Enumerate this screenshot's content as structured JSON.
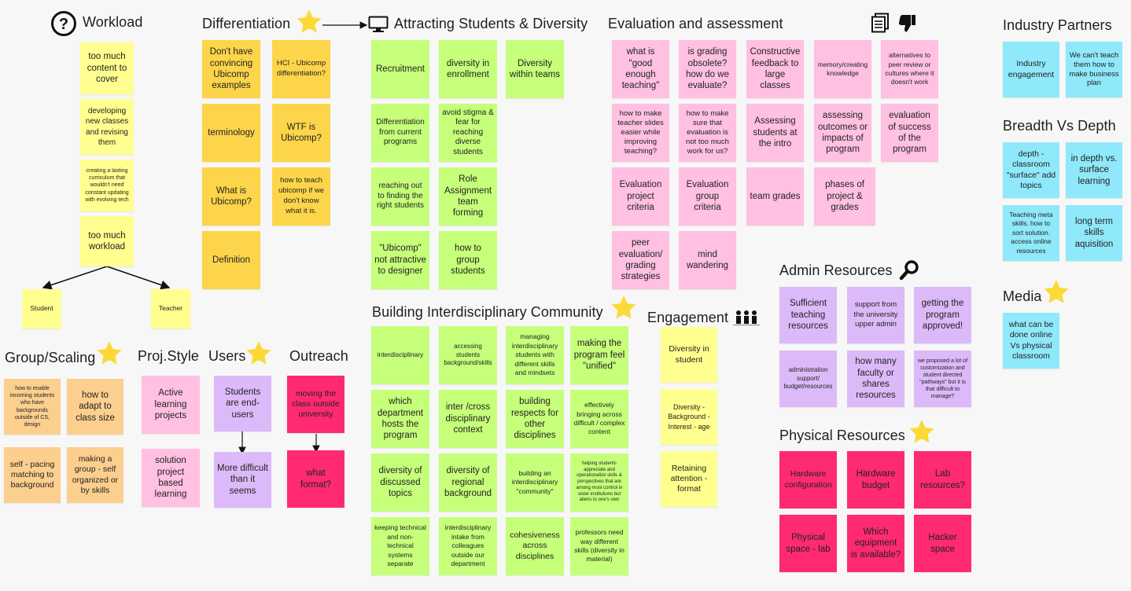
{
  "sections": {
    "workload": {
      "title": "Workload",
      "notes": [
        "too much content to cover",
        "developing new classes and revising them",
        "creating a lasting curriculum that wouldn't need constant updating with evolving tech",
        "too much workload"
      ],
      "branches": [
        "Student",
        "Teacher"
      ]
    },
    "differentiation": {
      "title": "Differentiation",
      "notes": [
        "Don't have convincing Ubicomp examples",
        "HCI - Ubicomp differentiation?",
        "terminology",
        "WTF is Ubicomp?",
        "What is Ubicomp?",
        "how to teach ubicomp if we don't know what it is.",
        "Definition"
      ]
    },
    "attracting": {
      "title": "Attracting Students & Diversity",
      "notes": [
        "Recruitment",
        "diversity in enrollment",
        "Diversity within teams",
        "Differentiation from current programs",
        "avoid stigma & fear for reaching diverse students",
        "reaching out to finding the right students",
        "Role Assignment team forming",
        "\"Ubicomp\" not attractive to designer",
        "how to group students"
      ]
    },
    "evaluation": {
      "title": "Evaluation and assessment",
      "notes": [
        "what is \"good enough teaching\"",
        "is grading obsolete? how do we evaluate?",
        "Constructive feedback to large classes",
        "memory/creating knowledge",
        "alternatives to peer review or cultures where it doesn't work",
        "how to make teacher slides easier while improving teaching?",
        "how to make sure that evaluation is not too much work for us?",
        "Assessing students at the intro",
        "assessing outcomes or impacts of program",
        "evaluation of success of the program",
        "Evaluation project criteria",
        "Evaluation group criteria",
        "team grades",
        "phases of project & grades",
        "peer evaluation/ grading strategies",
        "mind wandering"
      ]
    },
    "industry": {
      "title": "Industry Partners",
      "notes": [
        "Industry engagement",
        "We can't teach them how to make business plan"
      ]
    },
    "breadth": {
      "title": "Breadth Vs Depth",
      "notes": [
        "depth - classroom \"surface\" add topics",
        "in depth vs. surface learning",
        "Teaching meta skills. how to sort solution. access online resources",
        "long term skills aquisition"
      ]
    },
    "media": {
      "title": "Media",
      "notes": [
        "what can be done online Vs physical classroom"
      ]
    },
    "building": {
      "title": "Building Interdisciplinary Community",
      "notes": [
        "interdisciplinary",
        "accessing students background/skills",
        "managing interdisciplinary students with different skills and mindsets",
        "making the program feel \"unified\"",
        "which department hosts the program",
        "inter /cross disciplinary context",
        "building respects for other disciplines",
        "effectively bringing across difficult / complex content",
        "diversity of discussed topics",
        "diversity of regional background",
        "building an interdisciplinary \"community\"",
        "helping students appreciate and operationalize skills & perspectives that are among most control in sister institutions but aliens to one's own",
        "keeping technical and non-technical systems separate",
        "interdisciplinary intake from colleagues outside our department",
        "cohesiveness across disciplines",
        "professors need way different skills (diversity in material)"
      ]
    },
    "engagement": {
      "title": "Engagement",
      "notes": [
        "Diversity in student",
        "Diversity - Background - Interest - age",
        "Retaining attention - format"
      ]
    },
    "admin": {
      "title": "Admin Resources",
      "notes": [
        "Sufficient teaching resources",
        "support from the university upper admin",
        "getting the program approved!",
        "administration support/ budget/resources",
        "how many faculty or shares resources",
        "we proposed a lot of customization and student directed \"pathways\" but it is that difficult to manage?"
      ]
    },
    "physical": {
      "title": "Physical Resources",
      "notes": [
        "Hardware configuration",
        "Hardware budget",
        "Lab resources?",
        "Physical space - lab",
        "Which equipment is available?",
        "Hacker space"
      ]
    },
    "group_scaling": {
      "title": "Group/Scaling",
      "notes": [
        "how to enable incoming students who have backgrounds outside of CS, design",
        "how to adapt to class size",
        "self - pacing matching to background",
        "making a group - self organized or by skills"
      ]
    },
    "proj_style": {
      "title": "Proj.Style",
      "notes": [
        "Active learning projects",
        "solution project based learning"
      ]
    },
    "users": {
      "title": "Users",
      "notes": [
        "Students are end-users",
        "More difficult than it seems"
      ]
    },
    "outreach": {
      "title": "Outreach",
      "notes": [
        "moving the class outside university",
        "what format?"
      ]
    }
  },
  "colors": {
    "yellow": "#ffff8f",
    "orange": "#fdd54a",
    "green": "#c6ff7a",
    "pink": "#ffc0e2",
    "cyan": "#8fe9fa",
    "peach": "#fccf8e",
    "lavender": "#dcbaf9",
    "red": "#ff2a6f",
    "star": "#fcd936"
  },
  "icons": [
    "question-circle-icon",
    "star-icon",
    "monitor-icon",
    "document-icon",
    "thumbs-down-icon",
    "magnifier-icon",
    "people-icon"
  ]
}
